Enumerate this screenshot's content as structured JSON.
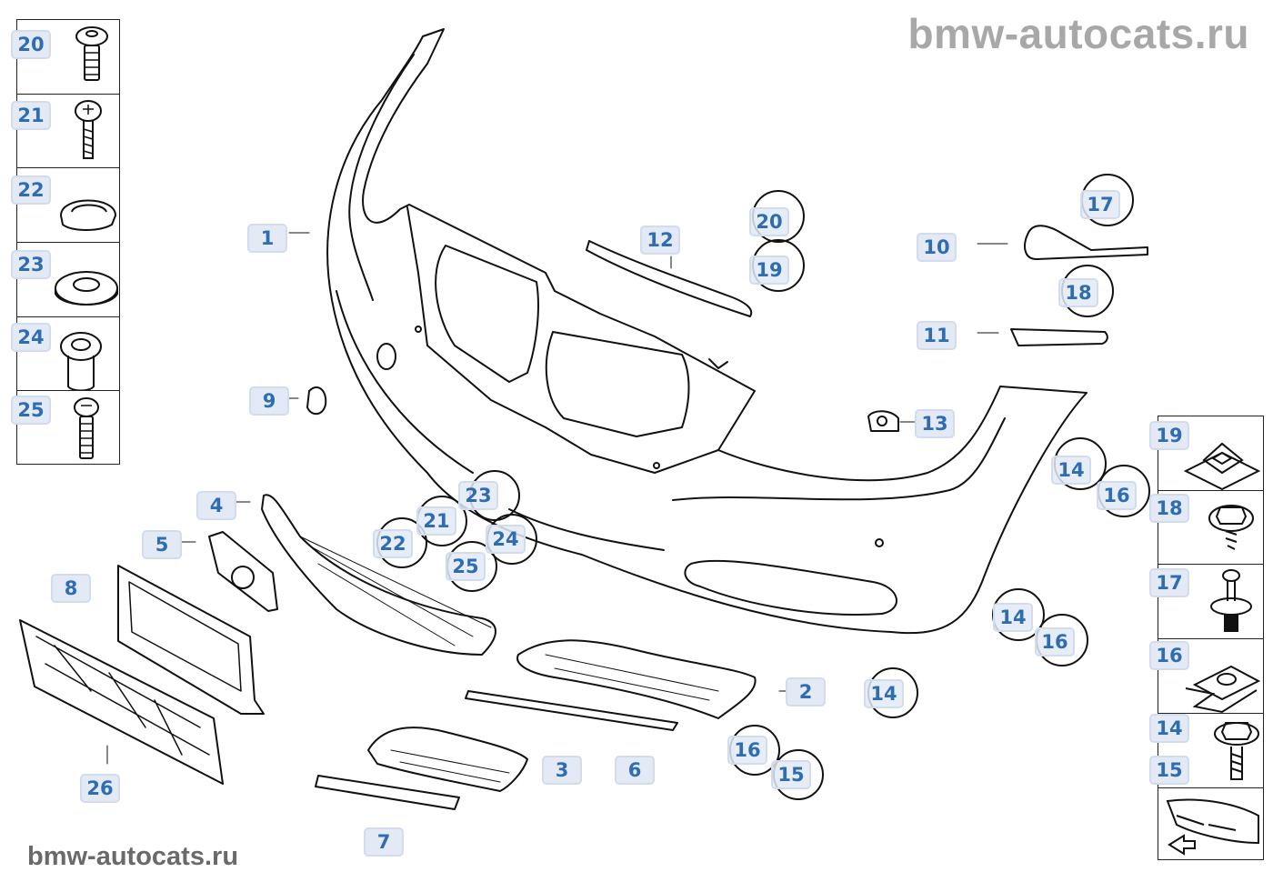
{
  "watermark": {
    "top": "bmw-autocats.ru",
    "bottom": "bmw-autocats.ru"
  },
  "colors": {
    "callout_bg": "#e3eaf5",
    "callout_border": "#d3dced",
    "callout_text": "#2f6db3",
    "line_art": "#111111"
  },
  "left_panel": {
    "items": [
      {
        "label": "20",
        "part": "screw-torx-icon"
      },
      {
        "label": "21",
        "part": "screw-phillips-icon"
      },
      {
        "label": "22",
        "part": "cap-icon"
      },
      {
        "label": "23",
        "part": "washer-icon"
      },
      {
        "label": "24",
        "part": "expansion-nut-icon"
      },
      {
        "label": "25",
        "part": "screw-long-icon"
      }
    ]
  },
  "right_panel": {
    "items": [
      {
        "label": "19",
        "part": "square-nut-icon"
      },
      {
        "label": "18",
        "part": "hex-screw-icon"
      },
      {
        "label": "17",
        "part": "rivet-icon"
      },
      {
        "label": "16",
        "part": "clip-nut-icon"
      },
      {
        "label": "14",
        "part": "hex-bolt-icon"
      },
      {
        "label": "15",
        "part": "hex-bolt-icon"
      }
    ],
    "footer": "car-location-icon"
  },
  "callouts": [
    {
      "label": "1"
    },
    {
      "label": "2"
    },
    {
      "label": "3"
    },
    {
      "label": "4"
    },
    {
      "label": "5"
    },
    {
      "label": "6"
    },
    {
      "label": "7"
    },
    {
      "label": "8"
    },
    {
      "label": "9"
    },
    {
      "label": "10"
    },
    {
      "label": "11"
    },
    {
      "label": "12"
    },
    {
      "label": "13"
    },
    {
      "label": "26"
    },
    {
      "label": "20"
    },
    {
      "label": "19"
    },
    {
      "label": "17"
    },
    {
      "label": "18"
    },
    {
      "label": "23"
    },
    {
      "label": "21"
    },
    {
      "label": "22"
    },
    {
      "label": "24"
    },
    {
      "label": "25"
    },
    {
      "label": "14"
    },
    {
      "label": "16"
    },
    {
      "label": "14"
    },
    {
      "label": "16"
    },
    {
      "label": "14"
    },
    {
      "label": "16"
    },
    {
      "label": "15"
    }
  ]
}
